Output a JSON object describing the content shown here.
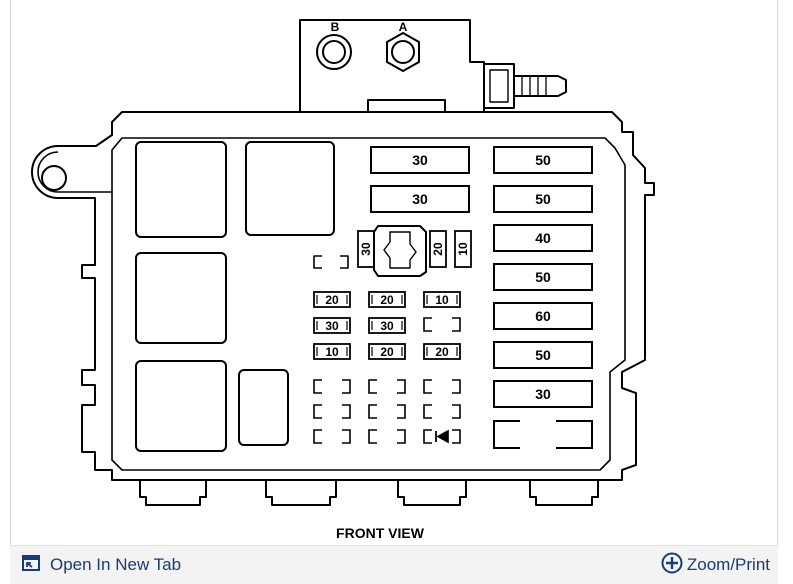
{
  "diagram": {
    "caption": "FRONT VIEW",
    "terminals": {
      "b": "B",
      "a": "A"
    },
    "large_fuses": [
      "30",
      "30",
      "50",
      "50",
      "40",
      "50",
      "60",
      "50",
      "30"
    ],
    "vertical_fuses": [
      "30",
      "20",
      "10"
    ],
    "mini_fuses": {
      "row1": [
        "20",
        "20",
        "10"
      ],
      "row2": [
        "30",
        "30"
      ],
      "row3": [
        "10",
        "20",
        "20"
      ]
    }
  },
  "toolbar": {
    "open_label": "Open In New Tab",
    "zoom_label": "Zoom/Print",
    "link_color": "#1a3a78",
    "icons": {
      "open": "open-new-tab-icon",
      "zoom": "zoom-plus-icon"
    }
  }
}
